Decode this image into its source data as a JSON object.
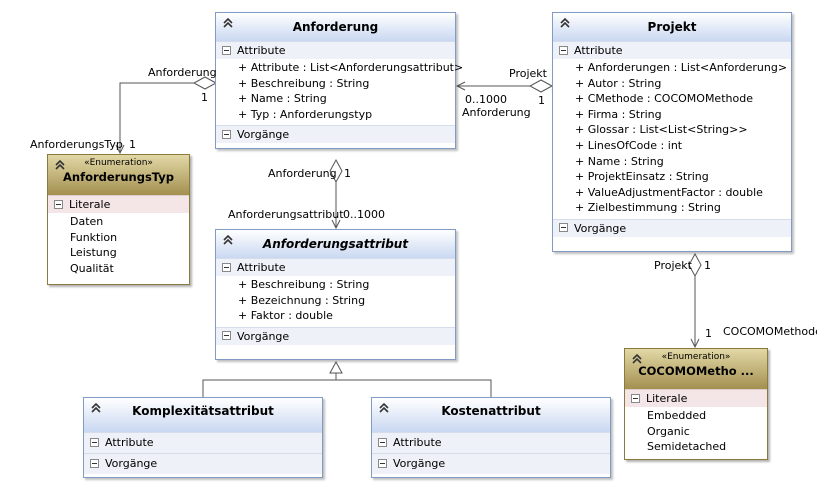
{
  "classes": {
    "anforderung": {
      "title": "Anforderung",
      "attr_section": "Attribute",
      "ops_section": "Vorgänge",
      "attributes": [
        "+ Attribute : List<Anforderungsattribut>",
        "+ Beschreibung : String",
        "+ Name : String",
        "+ Typ : Anforderungstyp"
      ]
    },
    "projekt": {
      "title": "Projekt",
      "attr_section": "Attribute",
      "ops_section": "Vorgänge",
      "attributes": [
        "+ Anforderungen : List<Anforderung>",
        "+ Autor : String",
        "+ CMethode : COCOMOMethode",
        "+ Firma : String",
        "+ Glossar : List<List<String>>",
        "+ LinesOfCode : int",
        "+ Name : String",
        "+ ProjektEinsatz : String",
        "+ ValueAdjustmentFactor : double",
        "+ Zielbestimmung : String"
      ]
    },
    "anforderungsattribut": {
      "title": "Anforderungsattribut",
      "attr_section": "Attribute",
      "ops_section": "Vorgänge",
      "attributes": [
        "+ Beschreibung : String",
        "+ Bezeichnung : String",
        "+ Faktor : double"
      ]
    },
    "komplexitaetsattribut": {
      "title": "Komplexitätsattribut",
      "attr_section": "Attribute",
      "ops_section": "Vorgänge"
    },
    "kostenattribut": {
      "title": "Kostenattribut",
      "attr_section": "Attribute",
      "ops_section": "Vorgänge"
    }
  },
  "enums": {
    "anforderungstyp": {
      "stereotype": "«Enumeration»",
      "title": "AnforderungsTyp",
      "section": "Literale",
      "literals": [
        "Daten",
        "Funktion",
        "Leistung",
        "Qualität"
      ]
    },
    "cocomo": {
      "stereotype": "«Enumeration»",
      "title": "COCOMOMetho ...",
      "section": "Literale",
      "literals": [
        "Embedded",
        "Organic",
        "Semidetached"
      ]
    }
  },
  "labels": {
    "anf_typ_role_anf": "Anforderung",
    "anf_typ_mult_anf": "1",
    "anf_typ_role_typ": "AnforderungsTyp",
    "anf_typ_mult_typ": "1",
    "proj_anf_role_proj": "Projekt",
    "proj_anf_mult_proj": "1",
    "proj_anf_mult_anf": "0..1000",
    "proj_anf_role_anf": "Anforderung",
    "anf_attr_role_anf": "Anforderung",
    "anf_attr_mult_anf": "1",
    "anf_attr_role_attr": "Anforderungsattribut",
    "anf_attr_mult_attr": "0..1000",
    "proj_cocomo_role_proj": "Projekt",
    "proj_cocomo_mult_proj": "1",
    "proj_cocomo_mult_cocomo": "1",
    "proj_cocomo_role_cocomo": "COCOMOMethode"
  }
}
